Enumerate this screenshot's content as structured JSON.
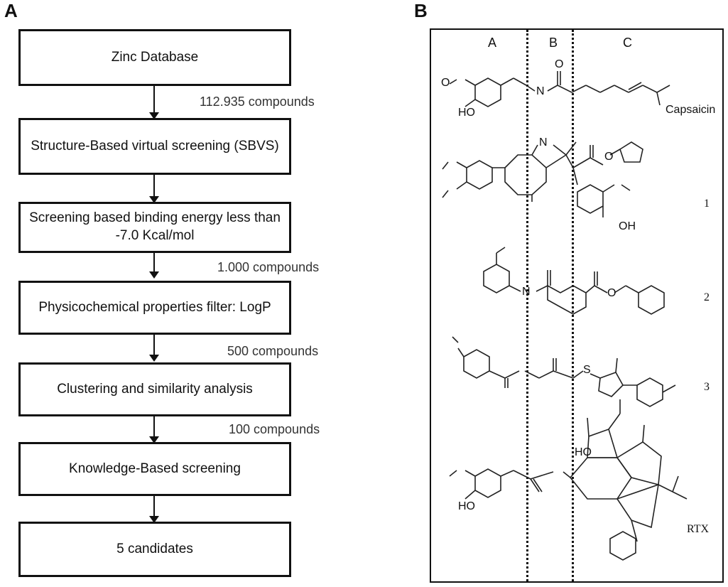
{
  "panel_a": {
    "letter": "A",
    "steps": [
      "Zinc Database",
      "Structure-Based virtual screening (SBVS)",
      "Screening based binding energy less than -7.0 Kcal/mol",
      "Physicochemical properties filter: LogP",
      "Clustering and similarity analysis",
      "Knowledge-Based screening",
      "5 candidates"
    ],
    "counts": [
      "112.935 compounds",
      "1.000 compounds",
      "500 compounds",
      "100 compounds"
    ]
  },
  "panel_b": {
    "letter": "B",
    "columns": [
      "A",
      "B",
      "C"
    ],
    "molecules": [
      "Capsaicin",
      "1",
      "2",
      "3",
      "RTX"
    ],
    "atoms": [
      "O",
      "N",
      "HO",
      "OH",
      "S"
    ]
  }
}
